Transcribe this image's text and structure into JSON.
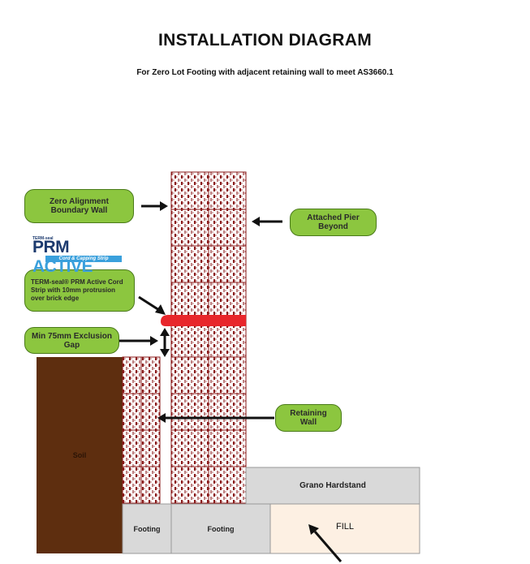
{
  "header": {
    "title": "INSTALLATION DIAGRAM",
    "subtitle": "For Zero Lot Footing with adjacent retaining wall to meet AS3660.1"
  },
  "callouts": {
    "zero_alignment": "Zero Alignment Boundary Wall",
    "attached_pier": "Attached Pier Beyond",
    "term_seal": "TERM-seal® PRM Active Cord Strip with 10mm protrusion over brick edge",
    "exclusion_gap": "Min 75mm Exclusion Gap",
    "retaining_wall": "Retaining Wall"
  },
  "logo": {
    "small": "TERM-seal",
    "brand_prefix": "PRM ",
    "brand_accent": "ACTIVE",
    "bar": "Cord & Capping Strip"
  },
  "labels": {
    "soil": "Soil",
    "grano": "Grano Hardstand",
    "footing_left": "Footing",
    "footing_right": "Footing",
    "fill": "FILL"
  },
  "colors": {
    "callout_green": "#8cc63f",
    "soil_brown": "#5e2e0f",
    "brick_red": "#8a1a1a",
    "seal_red": "#e8262b",
    "hardstand_grey": "#d9d9d9",
    "fill_peach": "#fdf0e3"
  }
}
